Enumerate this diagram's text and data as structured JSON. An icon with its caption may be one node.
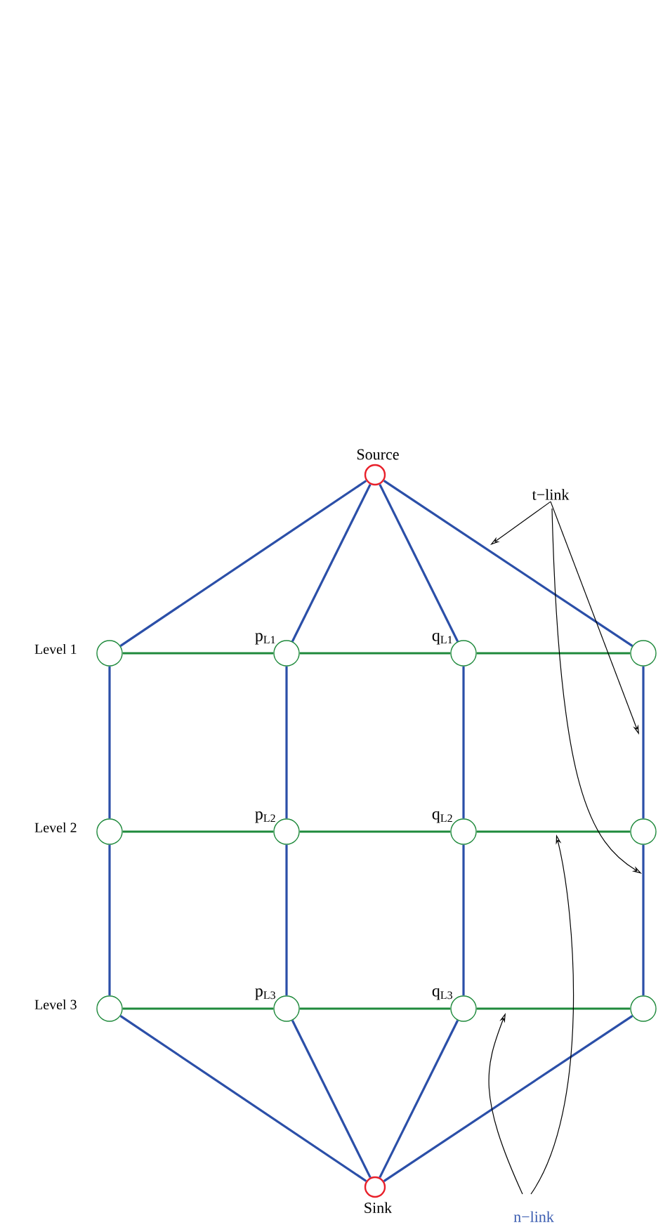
{
  "diagram": {
    "nodes": [
      {
        "text": [
          "Source"
        ]
      },
      {
        "text": [],
        "shape": "circle",
        "beside": [
          "Level 1"
        ]
      },
      {
        "text": [],
        "shape": "circle",
        "beside": [
          "p$_{L1}$"
        ]
      },
      {
        "text": [],
        "shape": "circle",
        "beside": [
          "q$_{L1}$"
        ]
      },
      {
        "text": [],
        "shape": "circle"
      },
      {
        "text": [],
        "shape": "circle",
        "beside": [
          "Level 2"
        ]
      },
      {
        "text": [],
        "shape": "circle",
        "beside": [
          "p$_{L2}$"
        ]
      },
      {
        "text": [],
        "shape": "circle",
        "beside": [
          "q$_{L2}$"
        ]
      },
      {
        "text": [],
        "shape": "circle"
      },
      {
        "text": [],
        "shape": "circle",
        "beside": [
          "Level 3"
        ]
      },
      {
        "text": [],
        "shape": "circle",
        "beside": [
          "p$_{L3}$"
        ]
      },
      {
        "text": [],
        "shape": "circle",
        "beside": [
          "q$_{L3}$"
        ]
      },
      {
        "text": [],
        "shape": "circle"
      },
      {
        "text": [
          "Sink"
        ]
      },
      {
        "text": [
          "t−link"
        ]
      },
      {
        "text": [
          "n−link"
        ]
      }
    ],
    "edges": [
      {
        "from": 0,
        "to": 1,
        "arrow": "none"
      },
      {
        "from": 0,
        "to": 2,
        "arrow": "none"
      },
      {
        "from": 0,
        "to": 3,
        "arrow": "none"
      },
      {
        "from": 0,
        "to": 4,
        "arrow": "none"
      },
      {
        "from": 1,
        "to": 2,
        "arrow": "none",
        "color": "#1f8a3c"
      },
      {
        "from": 2,
        "to": 3,
        "arrow": "none",
        "color": "#1f8a3c"
      },
      {
        "from": 3,
        "to": 4,
        "arrow": "none",
        "color": "#1f8a3c"
      },
      {
        "from": 1,
        "to": 5,
        "arrow": "none"
      },
      {
        "from": 2,
        "to": 6,
        "arrow": "none"
      },
      {
        "from": 3,
        "to": 7,
        "arrow": "none"
      },
      {
        "from": 4,
        "to": 8,
        "arrow": "none"
      },
      {
        "from": 5,
        "to": 6,
        "arrow": "none",
        "color": "#1f8a3c"
      },
      {
        "from": 6,
        "to": 7,
        "arrow": "none",
        "color": "#1f8a3c"
      },
      {
        "from": 7,
        "to": 8,
        "arrow": "none",
        "color": "#1f8a3c"
      },
      {
        "from": 5,
        "to": 9,
        "arrow": "none"
      },
      {
        "from": 6,
        "to": 10,
        "arrow": "none"
      },
      {
        "from": 7,
        "to": 11,
        "arrow": "none"
      },
      {
        "from": 8,
        "to": 12,
        "arrow": "none"
      },
      {
        "from": 9,
        "to": 10,
        "arrow": "none",
        "color": "#1f8a3c"
      },
      {
        "from": 10,
        "to": 11,
        "arrow": "none",
        "color": "#1f8a3c"
      },
      {
        "from": 11,
        "to": 12,
        "arrow": "none",
        "color": "#1f8a3c"
      },
      {
        "from": 9,
        "to": 13,
        "arrow": "none"
      },
      {
        "from": 10,
        "to": 13,
        "arrow": "none"
      },
      {
        "from": 11,
        "to": 13,
        "arrow": "none"
      },
      {
        "from": 12,
        "to": 13,
        "arrow": "none"
      },
      {
        "from": 14,
        "to": null,
        "arrow": "to",
        "color": "#000000"
      },
      {
        "from": 14,
        "to": null,
        "arrow": "to",
        "color": "#000000"
      },
      {
        "from": 14,
        "to": null,
        "arrow": "to",
        "color": "#000000"
      },
      {
        "from": 15,
        "to": null,
        "arrow": "to",
        "color": "#000000"
      },
      {
        "from": 15,
        "to": null,
        "arrow": "to",
        "color": "#000000"
      }
    ]
  }
}
